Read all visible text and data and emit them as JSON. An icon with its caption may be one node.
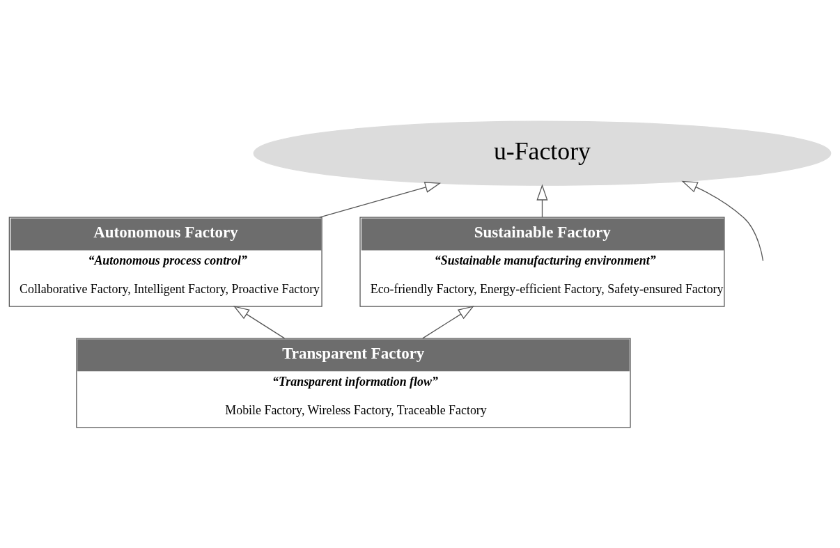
{
  "diagram": {
    "nodes": [
      {
        "text": [
          "u-Factory"
        ]
      },
      {
        "text": [
          "Autonomous Factory",
          "“Autonomous process control”",
          "Collaborative Factory, Intelligent Factory, Proactive Factory"
        ]
      },
      {
        "text": [
          "Sustainable Factory",
          "“Sustainable manufacturing environment”",
          "Eco-friendly Factory, Energy-efficient Factory, Safety-ensured Factory"
        ]
      },
      {
        "text": [
          "Transparent Factory",
          "“Transparent information flow”",
          "Mobile Factory, Wireless Factory, Traceable Factory"
        ]
      }
    ],
    "edges": [
      {
        "from": 1,
        "to": 0,
        "arrow": "to"
      },
      {
        "from": 2,
        "to": 0,
        "arrow": "to"
      },
      {
        "from": null,
        "to": 0,
        "arrow": "to"
      },
      {
        "from": 3,
        "to": 1,
        "arrow": "to"
      },
      {
        "from": 3,
        "to": 2,
        "arrow": "to"
      }
    ]
  }
}
